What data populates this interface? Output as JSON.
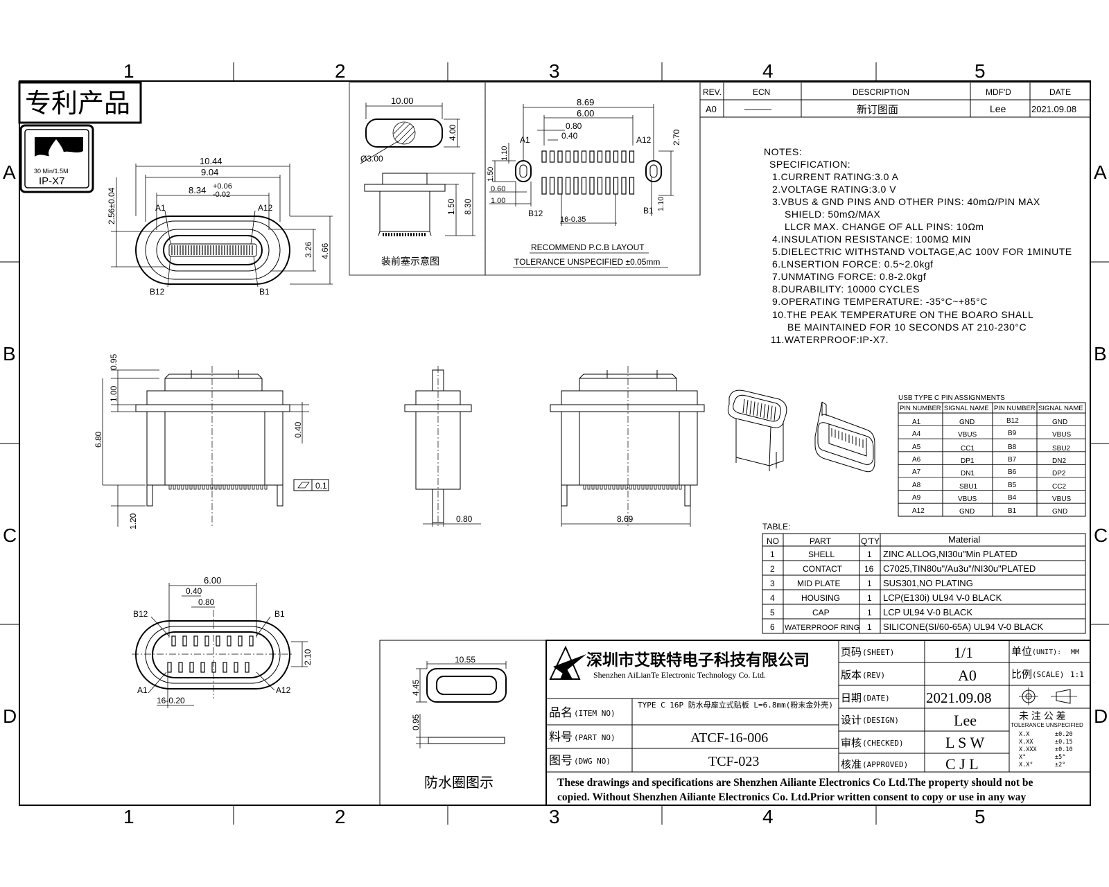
{
  "frame": {
    "columns": [
      "1",
      "2",
      "3",
      "4",
      "5"
    ],
    "rows": [
      "A",
      "B",
      "C",
      "D"
    ]
  },
  "stamp": {
    "patent_label": "专利产品",
    "ip_small": "30 Min/1.5M",
    "ip_rating": "IP-X7"
  },
  "revision": {
    "headers": [
      "REV.",
      "ECN",
      "DESCRIPTION",
      "MDF'D",
      "DATE"
    ],
    "row": {
      "rev": "A0",
      "ecn": "———",
      "description": "新订图面",
      "mdfd": "Lee",
      "date": "2021.09.08"
    }
  },
  "notes": {
    "title": "NOTES:",
    "spec_title": "SPECIFICATION:",
    "lines": [
      "1.CURRENT RATING:3.0 A",
      "2.VOLTAGE RATING:3.0 V",
      "3.VBUS & GND PINS AND OTHER PINS: 40mΩ/PIN MAX",
      "SHIELD: 50mΩ/MAX",
      "LLCR MAX. CHANGE OF ALL PINS: 10Ωm",
      "4.INSULATION RESISTANCE: 100MΩ MIN",
      "5.DIELECTRIC WITHSTAND VOLTAGE,AC 100V FOR 1MINUTE",
      "6.LNSERTION FORCE: 0.5~2.0kgf",
      "7.UNMATING FORCE: 0.8-2.0kgf",
      "8.DURABILITY: 10000 CYCLES",
      "9.OPERATING TEMPERATURE: -35°C~+85°C",
      "10.THE PEAK TEMPERATURE ON THE BOARO SHALL",
      "BE MAINTAINED FOR 10 SECONDS AT 210-230°C",
      "11.WATERPROOF:IP-X7."
    ]
  },
  "pin_table": {
    "title": "USB TYPE C PIN ASSIGNMENTS",
    "headers": [
      "PIN NUMBER",
      "SIGNAL NAME",
      "PIN NUMBER",
      "SIGNAL NAME"
    ],
    "rows": [
      [
        "A1",
        "GND",
        "B12",
        "GND"
      ],
      [
        "A4",
        "VBUS",
        "B9",
        "VBUS"
      ],
      [
        "A5",
        "CC1",
        "B8",
        "SBU2"
      ],
      [
        "A6",
        "DP1",
        "B7",
        "DN2"
      ],
      [
        "A7",
        "DN1",
        "B6",
        "DP2"
      ],
      [
        "A8",
        "SBU1",
        "B5",
        "CC2"
      ],
      [
        "A9",
        "VBUS",
        "B4",
        "VBUS"
      ],
      [
        "A12",
        "GND",
        "B1",
        "GND"
      ]
    ]
  },
  "parts_table": {
    "title": "TABLE:",
    "headers": [
      "NO",
      "PART",
      "Q'TY",
      "Material"
    ],
    "rows": [
      [
        "1",
        "SHELL",
        "1",
        "ZINC ALLOG,NI30u\"Min PLATED"
      ],
      [
        "2",
        "CONTACT",
        "16",
        "C7025,TIN80u\"/Au3u\"/NI30u\"PLATED"
      ],
      [
        "3",
        "MID PLATE",
        "1",
        "SUS301,NO PLATING"
      ],
      [
        "4",
        "HOUSING",
        "1",
        "LCP(E130i) UL94 V-0 BLACK"
      ],
      [
        "5",
        "CAP",
        "1",
        "LCP UL94 V-0 BLACK"
      ],
      [
        "6",
        "WATERPROOF RING",
        "1",
        "SILICONE(SI/60-65A) UL94 V-0 BLACK"
      ]
    ]
  },
  "views": {
    "front": {
      "dims": [
        "10.44",
        "9.04",
        "8.34",
        "+0.06",
        "-0.02",
        "2.56±0.04",
        "3.26",
        "4.66"
      ],
      "pins": [
        "A1",
        "A12",
        "B12",
        "B1"
      ]
    },
    "plug": {
      "dims": [
        "10.00",
        "4.00",
        "Ø3.00",
        "1.50",
        "8.30"
      ],
      "caption": "装前塞示意图"
    },
    "pcb": {
      "dims": [
        "8.69",
        "6.00",
        "0.80",
        "0.40",
        "2.70",
        "1.10",
        "1.50",
        "0.60",
        "1.00",
        "16-0.35",
        "1.10"
      ],
      "pins": [
        "A1",
        "A12",
        "B12",
        "B1"
      ],
      "caption1": "RECOMMEND P.C.B LAYOUT",
      "caption2": "TOLERANCE UNSPECIFIED ±0.05mm"
    },
    "side": {
      "dims": [
        "0.95",
        "1.00",
        "6.80",
        "0.40",
        "1.20"
      ],
      "flatness": "0.1"
    },
    "narrow": {
      "dims": [
        "0.80"
      ]
    },
    "back": {
      "dims": [
        "8.69"
      ]
    },
    "bottom": {
      "dims": [
        "6.00",
        "0.40",
        "0.80",
        "2.10",
        "16-0.20"
      ],
      "pins": [
        "B12",
        "B1",
        "A1",
        "A12"
      ]
    },
    "ring": {
      "dims": [
        "10.55",
        "4.45",
        "0.95"
      ],
      "caption": "防水圈图示"
    }
  },
  "title_block": {
    "company_cn": "深圳市艾联特电子科技有限公司",
    "company_en": "Shenzhen AiLianTe Electronic Technology Co. Ltd.",
    "item_label": "品名",
    "item_label_en": "(ITEM NO)",
    "item_value": "TYPE C 16P 防水母座立式贴板 L=6.8mm(粉末金外壳)",
    "part_label": "料号",
    "part_label_en": "(PART NO)",
    "part_value": "ATCF-16-006",
    "dwg_label": "图号",
    "dwg_label_en": "(DWG NO)",
    "dwg_value": "TCF-023",
    "sheet_label": "页码",
    "sheet_label_en": "(SHEET)",
    "sheet_value": "1/1",
    "rev_label": "版本",
    "rev_label_en": "(REV)",
    "rev_value": "A0",
    "date_label": "日期",
    "date_label_en": "(DATE)",
    "date_value": "2021.09.08",
    "design_label": "设计",
    "design_label_en": "(DESIGN)",
    "design_value": "Lee",
    "checked_label": "审核",
    "checked_label_en": "(CHECKED)",
    "checked_value": "L S W",
    "approved_label": "核准",
    "approved_label_en": "(APPROVED)",
    "approved_value": "C J L",
    "unit_label": "单位",
    "unit_label_en": "(UNIT):",
    "unit_value": "MM",
    "scale_label": "比例",
    "scale_label_en": "(SCALE)",
    "scale_value": "1:1",
    "tol_cn": "未 注 公 差",
    "tol_en": "TOLERANCE UNSPECIFIED",
    "tol_rows": [
      [
        "X.X",
        "±0.20"
      ],
      [
        "X.XX",
        "±0.15"
      ],
      [
        "X.XXX",
        "±0.10"
      ],
      [
        "X°",
        "±5°"
      ],
      [
        "X.X°",
        "±2°"
      ]
    ],
    "copyright1": "These drawings and specifications are Shenzhen Ailiante Electronics Co Ltd.The property should not be",
    "copyright2": "copied. Without Shenzhen Ailiante Electronics Co. Ltd.Prior written consent to copy or use in any way"
  }
}
